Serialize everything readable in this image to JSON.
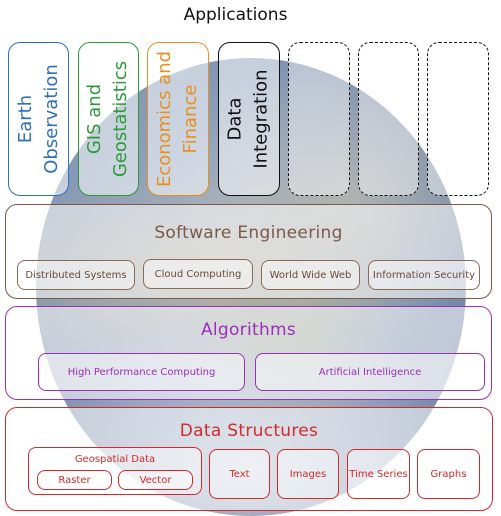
{
  "applications": {
    "title": "Applications",
    "boxes": [
      {
        "line1": "Earth",
        "line2": "Observation",
        "color": "#2f6fc0"
      },
      {
        "line1": "GIS and",
        "line2": "Geostatistics",
        "color": "#2d9a3a"
      },
      {
        "line1": "Economics and",
        "line2": "Finance",
        "color": "#e8901e"
      },
      {
        "line1": "Data",
        "line2": "Integration",
        "color": "#111111"
      }
    ]
  },
  "software_engineering": {
    "title": "Software Engineering",
    "color": "#7a5a4a",
    "items": [
      "Distributed Systems",
      "Cloud Computing",
      "World Wide Web",
      "Information Security"
    ]
  },
  "algorithms": {
    "title": "Algorithms",
    "color": "#9a2fb8",
    "items": [
      "High Performance Computing",
      "Artificial Intelligence"
    ]
  },
  "data_structures": {
    "title": "Data Structures",
    "color": "#d22a2a",
    "geospatial": {
      "label": "Geospatial Data",
      "items": [
        "Raster",
        "Vector"
      ]
    },
    "items": [
      "Text",
      "Images",
      "Time Series",
      "Graphs"
    ]
  }
}
